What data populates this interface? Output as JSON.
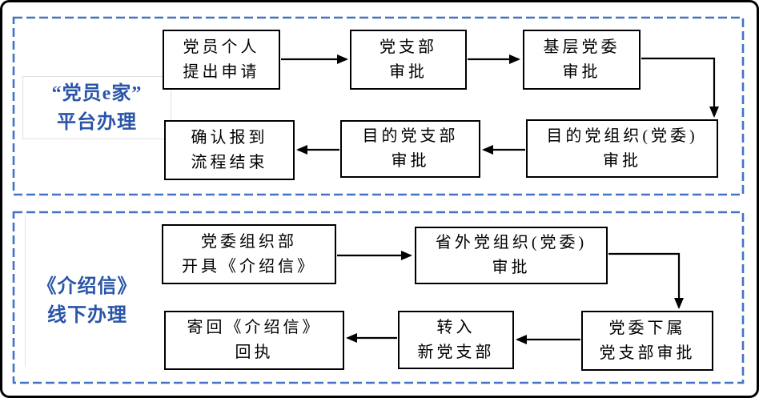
{
  "colors": {
    "dashed_frame": "#4472C4",
    "section_label_text": "#2B55A8",
    "box_border": "#000000",
    "connector": "#000000",
    "outer_border": "#000000",
    "background": "#FFFFFF"
  },
  "sections": [
    {
      "label": "“党员e家”\n平台办理",
      "boxes": [
        {
          "text": "党员个人\n提出申请"
        },
        {
          "text": "党支部\n审批"
        },
        {
          "text": "基层党委\n审批"
        },
        {
          "text": "目的党组织(党委)\n审批"
        },
        {
          "text": "目的党支部\n审批"
        },
        {
          "text": "确认报到\n流程结束"
        }
      ]
    },
    {
      "label": "《介绍信》\n线下办理",
      "boxes": [
        {
          "text": "党委组织部\n开具《介绍信》"
        },
        {
          "text": "省外党组织(党委)\n审批"
        },
        {
          "text": "党委下属\n党支部审批"
        },
        {
          "text": "转入\n新党支部"
        },
        {
          "text": "寄回《介绍信》\n回执"
        }
      ]
    }
  ]
}
